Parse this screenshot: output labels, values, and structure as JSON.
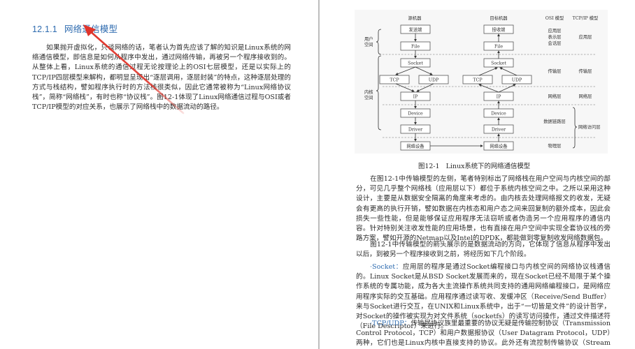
{
  "left_page": {
    "section_number": "12.1.1",
    "section_title": "网络通信模型",
    "paragraph": "如果抛开虚拟化，只谈网络的话，笔者认为首先应该了解的知识是Linux系统的网络通信模型，即信息是如何从程序中发出，通过网络传输，再被另一个程序接收到的。从整体上看，Linux系统的通信过程无论按理论上的OSI七层模型，还是以实际上的TCP/IP四层模型来解构，都明显呈现出“逐层调用，逐层封装”的特点，这种逐层处理的方式与栈结构，譬如程序执行时的方法栈很类似，因此它通常被称为“Linux网络协议栈”，简称“网络栈”，有时也称“协议栈”。图12-1体现了Linux网络通信过程与OSI或者TCP/IP模型的对应关系，也展示了网络栈中的数据流动的路径。",
    "annotation_arrow_color": "#e0352b"
  },
  "figure": {
    "caption": "图12-1　Linux系统下的网络通信模型",
    "headers": {
      "source": "源机器",
      "target": "目标机器",
      "osi": "OSI 模型",
      "tcpip": "TCP/IP 模型"
    },
    "spaces": {
      "user": [
        "用户",
        "空间"
      ],
      "kernel": [
        "内核",
        "空间"
      ]
    },
    "source_boxes": {
      "app": "发送端",
      "file": "File",
      "socket": "Socket",
      "tcp": "TCP",
      "udp": "UDP",
      "ip": "IP",
      "device": "Device",
      "driver": "Driver",
      "nic": "网络设备"
    },
    "target_boxes": {
      "app": "接收端",
      "file": "File",
      "socket": "Socket",
      "tcp": "TCP",
      "udp": "UDP",
      "ip": "IP",
      "device": "Device",
      "driver": "Driver",
      "nic": "网络设备"
    },
    "osi_layers": {
      "application": "应用层",
      "presentation": "表示层",
      "session": "会话层",
      "transport": "传输层",
      "network": "网络层",
      "datalink": "数据链路层",
      "physical": "物理层"
    },
    "tcpip_layers": {
      "application": "应用层",
      "transport": "传输层",
      "network": "网络层",
      "access": "网络访问层"
    }
  },
  "right_page": {
    "para1": "在图12-1中传输模型的左侧，笔者特别标出了网络栈在用户空间与内核空间的部分，可见几乎整个网络栈（应用层以下）都位于系统内核空间之中。之所以采用这种设计，主要是从数据安全隔离的角度来考虑的。由内核去处理网络报文的收发，无疑会有更高的执行开销，譬如数据在内核态和用户态之间来回复制的额外成本，因此会损失一些性能，但是能够保证应用程序无法窃听或者伪造另一个应用程序的通信内容。针对特别关注收发性能的应用场景，也有直接在用户空间中实现全套协议栈的旁路方案，譬如开源的Netmap以及Intel的DPDK，都能做到零复制收发网络数据包。",
    "para2": "图12-1中传输模型的箭头展示的是数据流动的方向，它体现了信息从程序中发出以后，到被另一个程序接收到之前，将经历如下几个阶段。",
    "socket_term": "·Socket：",
    "socket_text": "应用层的程序是通过Socket编程接口与内核空间的网络协议栈通信的。Linux Socket是从BSD Socket发展而来的，现在Socket已经不局限于某个操作系统的专属功能，成为各大主流操作系统共同支持的通用网络编程接口，是网络应用程序实际的交互基础。应用程序通过读写收、发缓冲区（Receive/Send Buffer）来与Socket进行交互，在UNIX和Linux系统中，出于“一切皆是文件”的设计哲学，对Socket的操作被实现为对文件系统（socketfs）的读写访问操作，通过文件描述符（File Descriptor）来进行。",
    "tcpudp_term": "·TCP/UDP：",
    "tcpudp_text": "传输层协议族里最重要的协议无疑是传输控制协议（Transmission Control Protocol，TCP）和用户数据报协议（User Datagram Protocol，UDP）两种，它们也是Linux内核中直接支持的协议。此外还有流控制传输协议（Stream Control Transmission Protocol，"
  }
}
